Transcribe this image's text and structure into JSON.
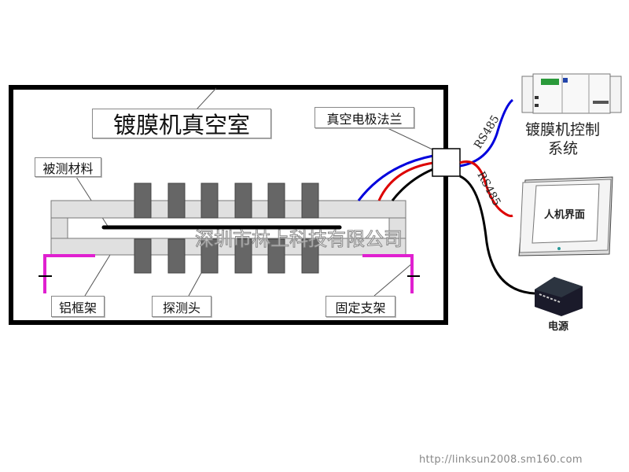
{
  "chamber": {
    "title": "镀膜机真空室"
  },
  "labels": {
    "flange": "真空电极法兰",
    "material": "被测材料",
    "frame": "铝框架",
    "probe": "探测头",
    "bracket": "固定支架"
  },
  "cables": {
    "blue": "RS485",
    "red": "RS485"
  },
  "devices": {
    "control_line1": "镀膜机控制",
    "control_line2": "系统",
    "hmi": "人机界面",
    "power": "电源"
  },
  "watermark": {
    "company": "深圳市林上科技有限公司",
    "url": "http://linksun2008.sm160.com"
  },
  "colors": {
    "blue_wire": "#0000dd",
    "red_wire": "#dd0000",
    "bracket": "#e020d0",
    "probe": "#666666",
    "frame": "#e0e0e0"
  }
}
